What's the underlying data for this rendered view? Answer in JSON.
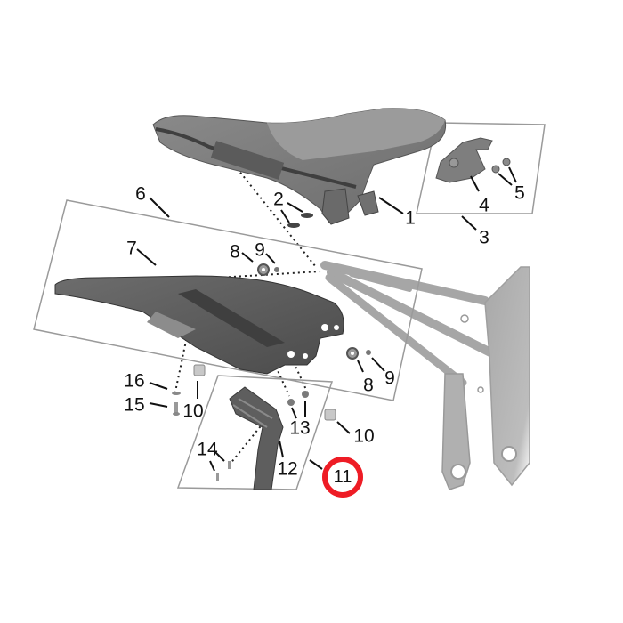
{
  "diagram": {
    "title": "Seat and rear frame exploded parts diagram",
    "highlighted_part": "11",
    "colors": {
      "highlight": "#ee1c25",
      "part_dark": "#5a5a5a",
      "part_mid": "#7a7a7a",
      "part_light": "#b8b8b8",
      "frame": "#a9a9a9",
      "box_line": "#9a9a9a",
      "leader": "#111111"
    },
    "parts": [
      {
        "id": "1",
        "label": "1",
        "name": "Seat"
      },
      {
        "id": "2",
        "label": "2",
        "name": "Seat pads"
      },
      {
        "id": "3",
        "label": "3",
        "name": "Seat lock bracket assembly"
      },
      {
        "id": "4",
        "label": "4",
        "name": "Seat lock bracket"
      },
      {
        "id": "5",
        "label": "5",
        "name": "Bracket nuts"
      },
      {
        "id": "6",
        "label": "6",
        "name": "Side panel assembly"
      },
      {
        "id": "7",
        "label": "7",
        "name": "Side panel"
      },
      {
        "id": "8a",
        "label": "8",
        "name": "Washer (upper)"
      },
      {
        "id": "9a",
        "label": "9",
        "name": "Bolt (upper)"
      },
      {
        "id": "8b",
        "label": "8",
        "name": "Washer (lower)"
      },
      {
        "id": "9b",
        "label": "9",
        "name": "Bolt (lower)"
      },
      {
        "id": "10a",
        "label": "10",
        "name": "Spacer (left)"
      },
      {
        "id": "10b",
        "label": "10",
        "name": "Spacer (right)"
      },
      {
        "id": "11",
        "label": "11",
        "name": "Grab handle assembly"
      },
      {
        "id": "12",
        "label": "12",
        "name": "Grab handle"
      },
      {
        "id": "13",
        "label": "13",
        "name": "Clip nuts"
      },
      {
        "id": "14",
        "label": "14",
        "name": "Screws"
      },
      {
        "id": "15",
        "label": "15",
        "name": "Screw"
      },
      {
        "id": "16",
        "label": "16",
        "name": "Washer"
      }
    ]
  }
}
